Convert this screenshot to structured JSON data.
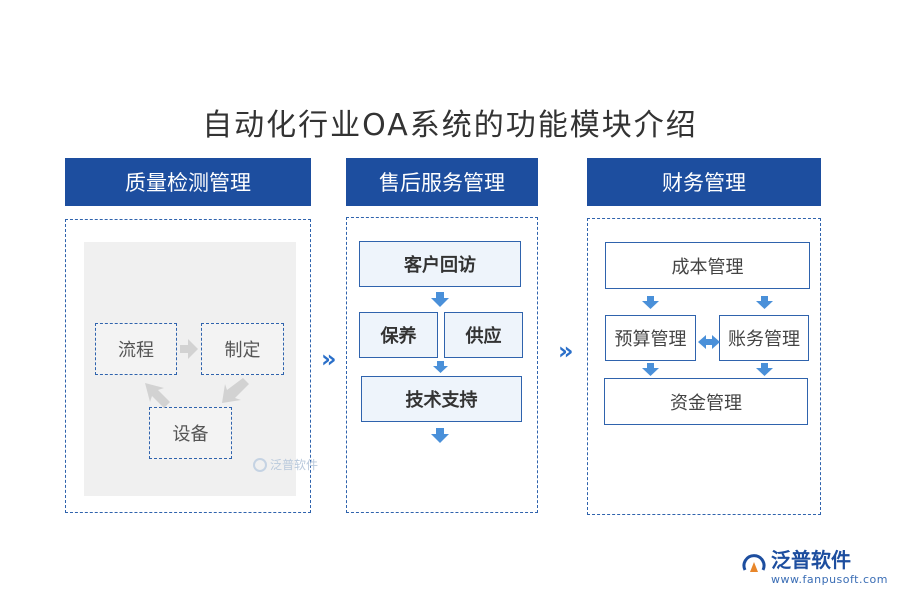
{
  "title": "自动化行业OA系统的功能模块介绍",
  "columns": {
    "quality": {
      "header": "质量检测管理",
      "nodes": {
        "process": "流程",
        "formulate": "制定",
        "equipment": "设备"
      },
      "watermark": "泛普软件"
    },
    "after_sales": {
      "header": "售后服务管理",
      "nodes": {
        "customer_visit": "客户回访",
        "maintenance": "保养",
        "supply": "供应",
        "tech_support": "技术支持"
      }
    },
    "finance": {
      "header": "财务管理",
      "nodes": {
        "cost": "成本管理",
        "budget": "预算管理",
        "accounts": "账务管理",
        "funds": "资金管理"
      }
    }
  },
  "brand": {
    "name": "泛普软件",
    "url": "www.fanpusoft.com"
  },
  "colors": {
    "header": "#1d4e9f",
    "border": "#2f63ad",
    "arrow": "#4a90d9",
    "chevron": "#2a6fc9"
  }
}
